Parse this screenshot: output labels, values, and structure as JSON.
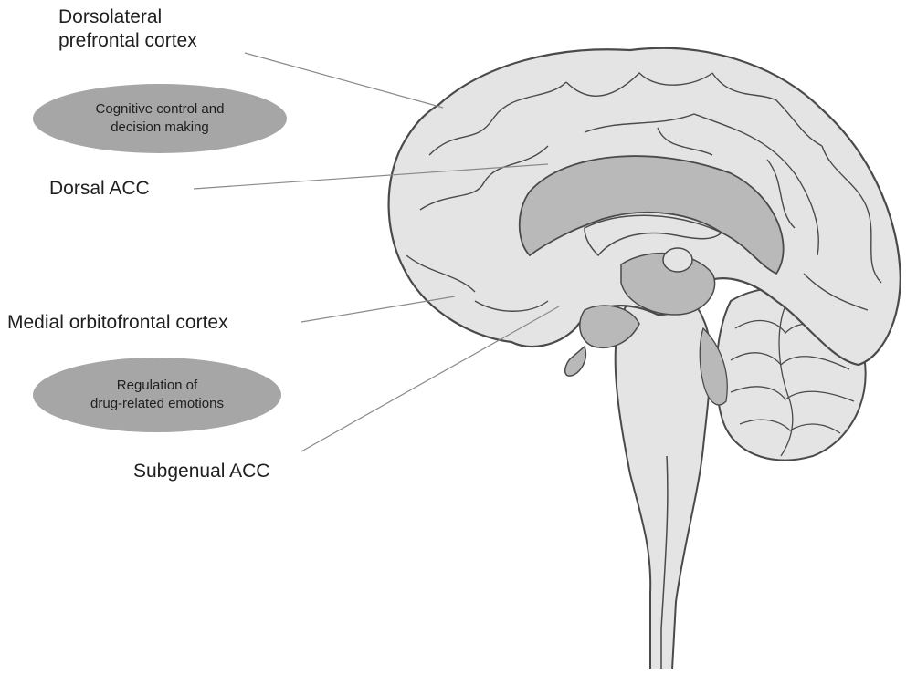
{
  "labels": {
    "dlpfc_line1": "Dorsolateral",
    "dlpfc_line2": "prefrontal cortex",
    "dorsal_acc": "Dorsal ACC",
    "medial_ofc": "Medial orbitofrontal cortex",
    "subgenual_acc": "Subgenual ACC"
  },
  "ovals": {
    "cognitive_line1": "Cognitive control and",
    "cognitive_line2": "decision making",
    "regulation_line1": "Regulation of",
    "regulation_line2": "drug-related emotions"
  },
  "colors": {
    "cortex": "#e4e4e4",
    "inner": "#b9b9b9",
    "outline": "#4a4a4a",
    "oval": "#a6a6a6",
    "leader": "#8a8a8a"
  }
}
